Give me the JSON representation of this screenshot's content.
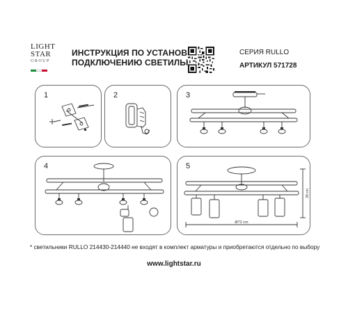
{
  "logo": {
    "line1": "LIGHT",
    "line2": "STAR",
    "line3": "GROUP",
    "flag_colors": [
      "#1d8a3a",
      "#ffffff",
      "#c8102e"
    ]
  },
  "header": {
    "title_line1": "ИНСТРУКЦИЯ ПО УСТАНОВКЕ И",
    "title_line2": "ПОДКЛЮЧЕНИЮ СВЕТИЛЬНИКА",
    "series": "СЕРИЯ RULLO",
    "article": "АРТИКУЛ 571728"
  },
  "steps": [
    {
      "number": "1"
    },
    {
      "number": "2"
    },
    {
      "number": "3"
    },
    {
      "number": "4"
    },
    {
      "number": "5"
    }
  ],
  "dimensions": {
    "diameter": "Ø72 cm",
    "height": "28 cm"
  },
  "footnote": "* светильники RULLO 214430-214440 не входят в комплект арматуры и приобретаются отдельно по выбору",
  "website": "www.lightstar.ru",
  "colors": {
    "line": "#333333",
    "panel_border": "#6b6b6b"
  }
}
